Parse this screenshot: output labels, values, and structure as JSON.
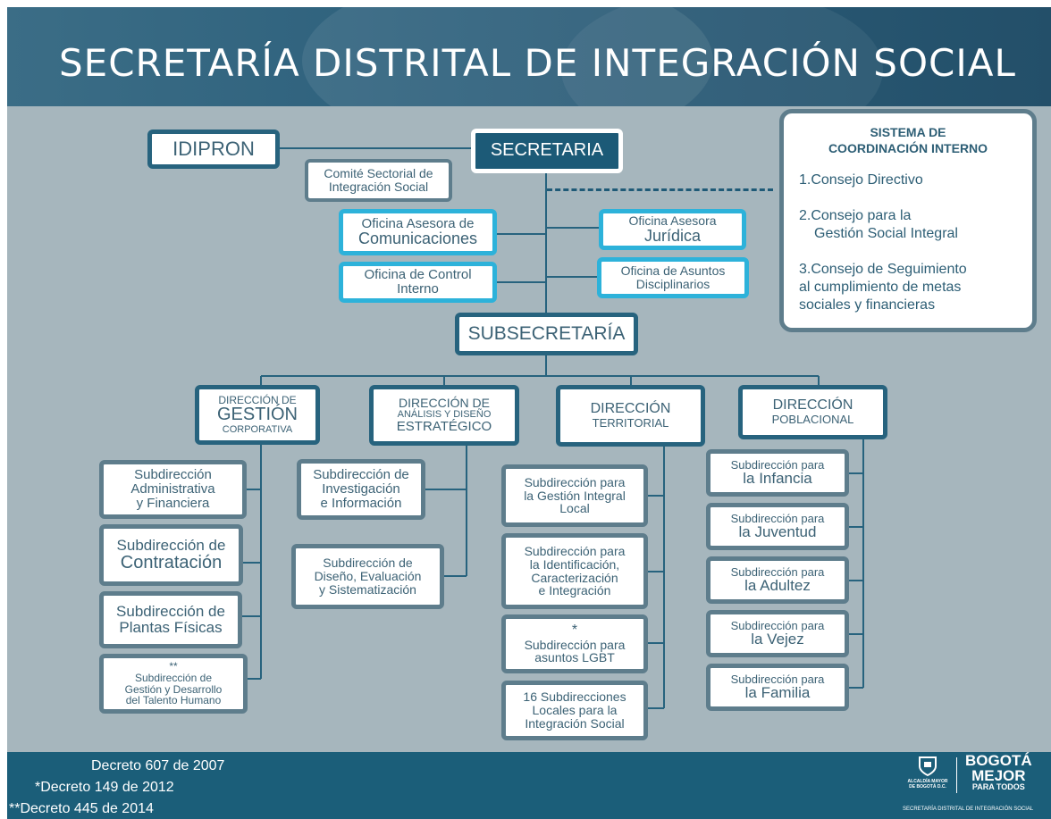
{
  "title": "SECRETARÍA DISTRITAL DE INTEGRACIÓN SOCIAL",
  "secretaria": "SECRETARIA",
  "idipron": "IDIPRON",
  "comite": [
    "Comité Sectorial de",
    "Integración Social"
  ],
  "oficinas": {
    "comunicaciones": [
      "Oficina Asesora de",
      "Comunicaciones"
    ],
    "control": [
      "Oficina de Control",
      "Interno"
    ],
    "juridica": [
      "Oficina Asesora",
      "Jurídica"
    ],
    "disciplinarios": [
      "Oficina de Asuntos",
      "Disciplinarios"
    ]
  },
  "subsecretaria": "SUBSECRETARÍA",
  "direcciones": {
    "gestion": [
      "DIRECCIÓN DE",
      "GESTIÓN",
      "CORPORATIVA"
    ],
    "analisis": [
      "DIRECCIÓN DE",
      "ANÁLISIS Y DISEÑO",
      "ESTRATÉGICO"
    ],
    "territorial": [
      "DIRECCIÓN",
      "TERRITORIAL"
    ],
    "poblacional": [
      "DIRECCIÓN",
      "POBLACIONAL"
    ]
  },
  "sub_gestion": [
    [
      "Subdirección",
      "Administrativa",
      "y Financiera"
    ],
    [
      "Subdirección de",
      "Contratación"
    ],
    [
      "Subdirección de",
      "Plantas Físicas"
    ],
    [
      "**",
      "Subdirección de",
      "Gestión y Desarrollo",
      "del Talento Humano"
    ]
  ],
  "sub_analisis": [
    [
      "Subdirección de",
      "Investigación",
      "e Información"
    ],
    [
      "Subdirección de",
      "Diseño, Evaluación",
      "y Sistematización"
    ]
  ],
  "sub_territorial": [
    [
      "Subdirección para",
      "la Gestión Integral",
      "Local"
    ],
    [
      "Subdirección para",
      "la Identificación,",
      "Caracterización",
      "e Integración"
    ],
    [
      "*",
      "Subdirección para",
      "asuntos LGBT"
    ],
    [
      "16 Subdirecciones",
      "Locales para la",
      "Integración Social"
    ]
  ],
  "sub_poblacional": [
    [
      "Subdirección para",
      "la Infancia"
    ],
    [
      "Subdirección para",
      "la Juventud"
    ],
    [
      "Subdirección para",
      "la Adultez"
    ],
    [
      "Subdirección para",
      "la Vejez"
    ],
    [
      "Subdirección para",
      "la Familia"
    ]
  ],
  "sistema": {
    "title": [
      "SISTEMA DE",
      "COORDINACIÓN INTERNO"
    ],
    "items": [
      [
        "1.Consejo Directivo"
      ],
      [
        "2.Consejo para la",
        "Gestión Social Integral"
      ],
      [
        "3.Consejo de Seguimiento",
        "al cumplimiento de metas",
        "sociales y financieras"
      ]
    ]
  },
  "decretos": [
    "Decreto 607 de 2007",
    "*Decreto 149 de 2012",
    "**Decreto 445 de 2014"
  ],
  "logos": {
    "alcaldia": [
      "ALCALDÍA MAYOR",
      "DE BOGOTÁ D.C."
    ],
    "bogota": [
      "BOGOTÁ",
      "MEJOR",
      "PARA TODOS"
    ],
    "secretaria": "SECRETARÍA DISTRITAL DE INTEGRACIÓN SOCIAL"
  },
  "colors": {
    "header": "#2c5f7b",
    "background": "#a6b6bd",
    "footer": "#1b5e79",
    "border": "#5e7d8c",
    "accent": "#2db2da",
    "navy": "#1c5a77"
  }
}
